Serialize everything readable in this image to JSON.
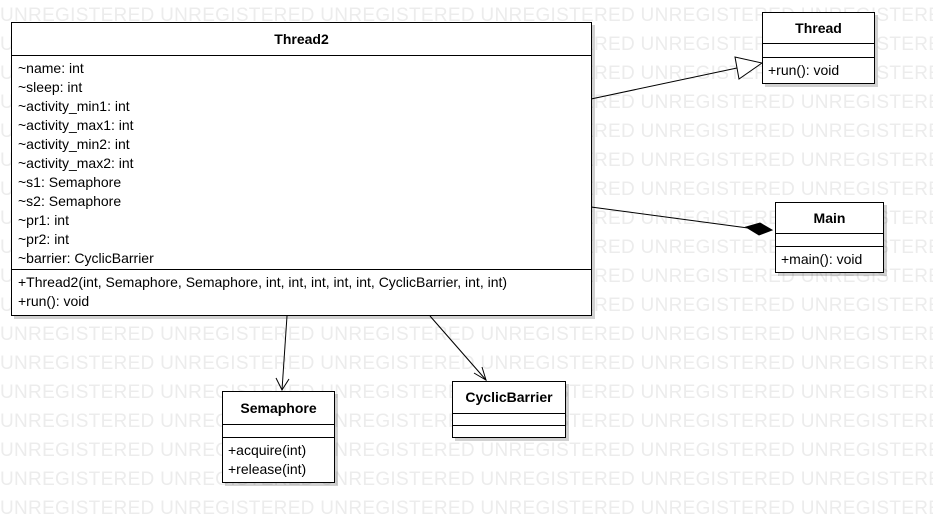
{
  "watermark": {
    "text": "UNREGISTERED"
  },
  "classes": {
    "thread2": {
      "name": "Thread2",
      "attributes": [
        "~name: int",
        "~sleep: int",
        "~activity_min1: int",
        "~activity_max1: int",
        "~activity_min2: int",
        "~activity_max2: int",
        "~s1: Semaphore",
        "~s2: Semaphore",
        "~pr1: int",
        "~pr2: int",
        "~barrier: CyclicBarrier"
      ],
      "operations": [
        "+Thread2(int, Semaphore, Semaphore, int, int, int, int, int, CyclicBarrier, int, int)",
        "+run(): void"
      ]
    },
    "thread": {
      "name": "Thread",
      "attributes": [],
      "operations": [
        "+run(): void"
      ]
    },
    "main": {
      "name": "Main",
      "attributes": [],
      "operations": [
        "+main(): void"
      ]
    },
    "semaphore": {
      "name": "Semaphore",
      "attributes": [],
      "operations": [
        "+acquire(int)",
        "+release(int)"
      ]
    },
    "cyclic_barrier": {
      "name": "CyclicBarrier",
      "attributes": [],
      "operations": []
    }
  },
  "relationships": [
    {
      "type": "generalization",
      "from": "Thread2",
      "to": "Thread"
    },
    {
      "type": "composition",
      "from": "Thread2",
      "to": "Main"
    },
    {
      "type": "association",
      "from": "Thread2",
      "to": "Semaphore"
    },
    {
      "type": "association",
      "from": "Thread2",
      "to": "CyclicBarrier"
    }
  ]
}
